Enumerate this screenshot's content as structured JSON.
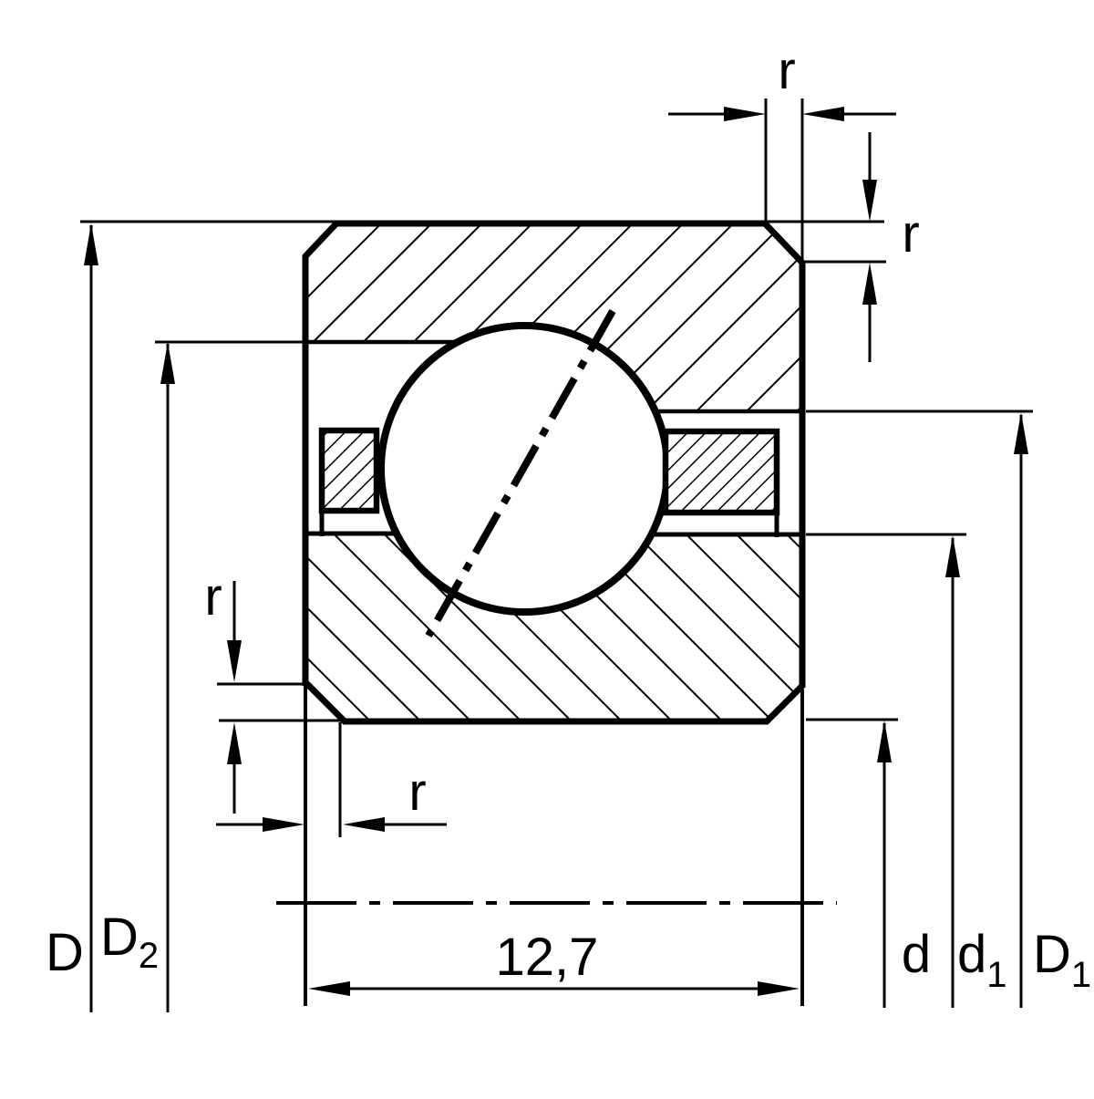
{
  "drawing": {
    "type": "bearing-cross-section",
    "labels": {
      "r": "r",
      "D": "D",
      "D2_base": "D",
      "D2_sub": "2",
      "d": "d",
      "d1_base": "d",
      "d1_sub": "1",
      "D1_base": "D",
      "D1_sub": "1",
      "width_value": "12,7"
    },
    "colors": {
      "line": "#000000",
      "background": "#ffffff"
    }
  }
}
